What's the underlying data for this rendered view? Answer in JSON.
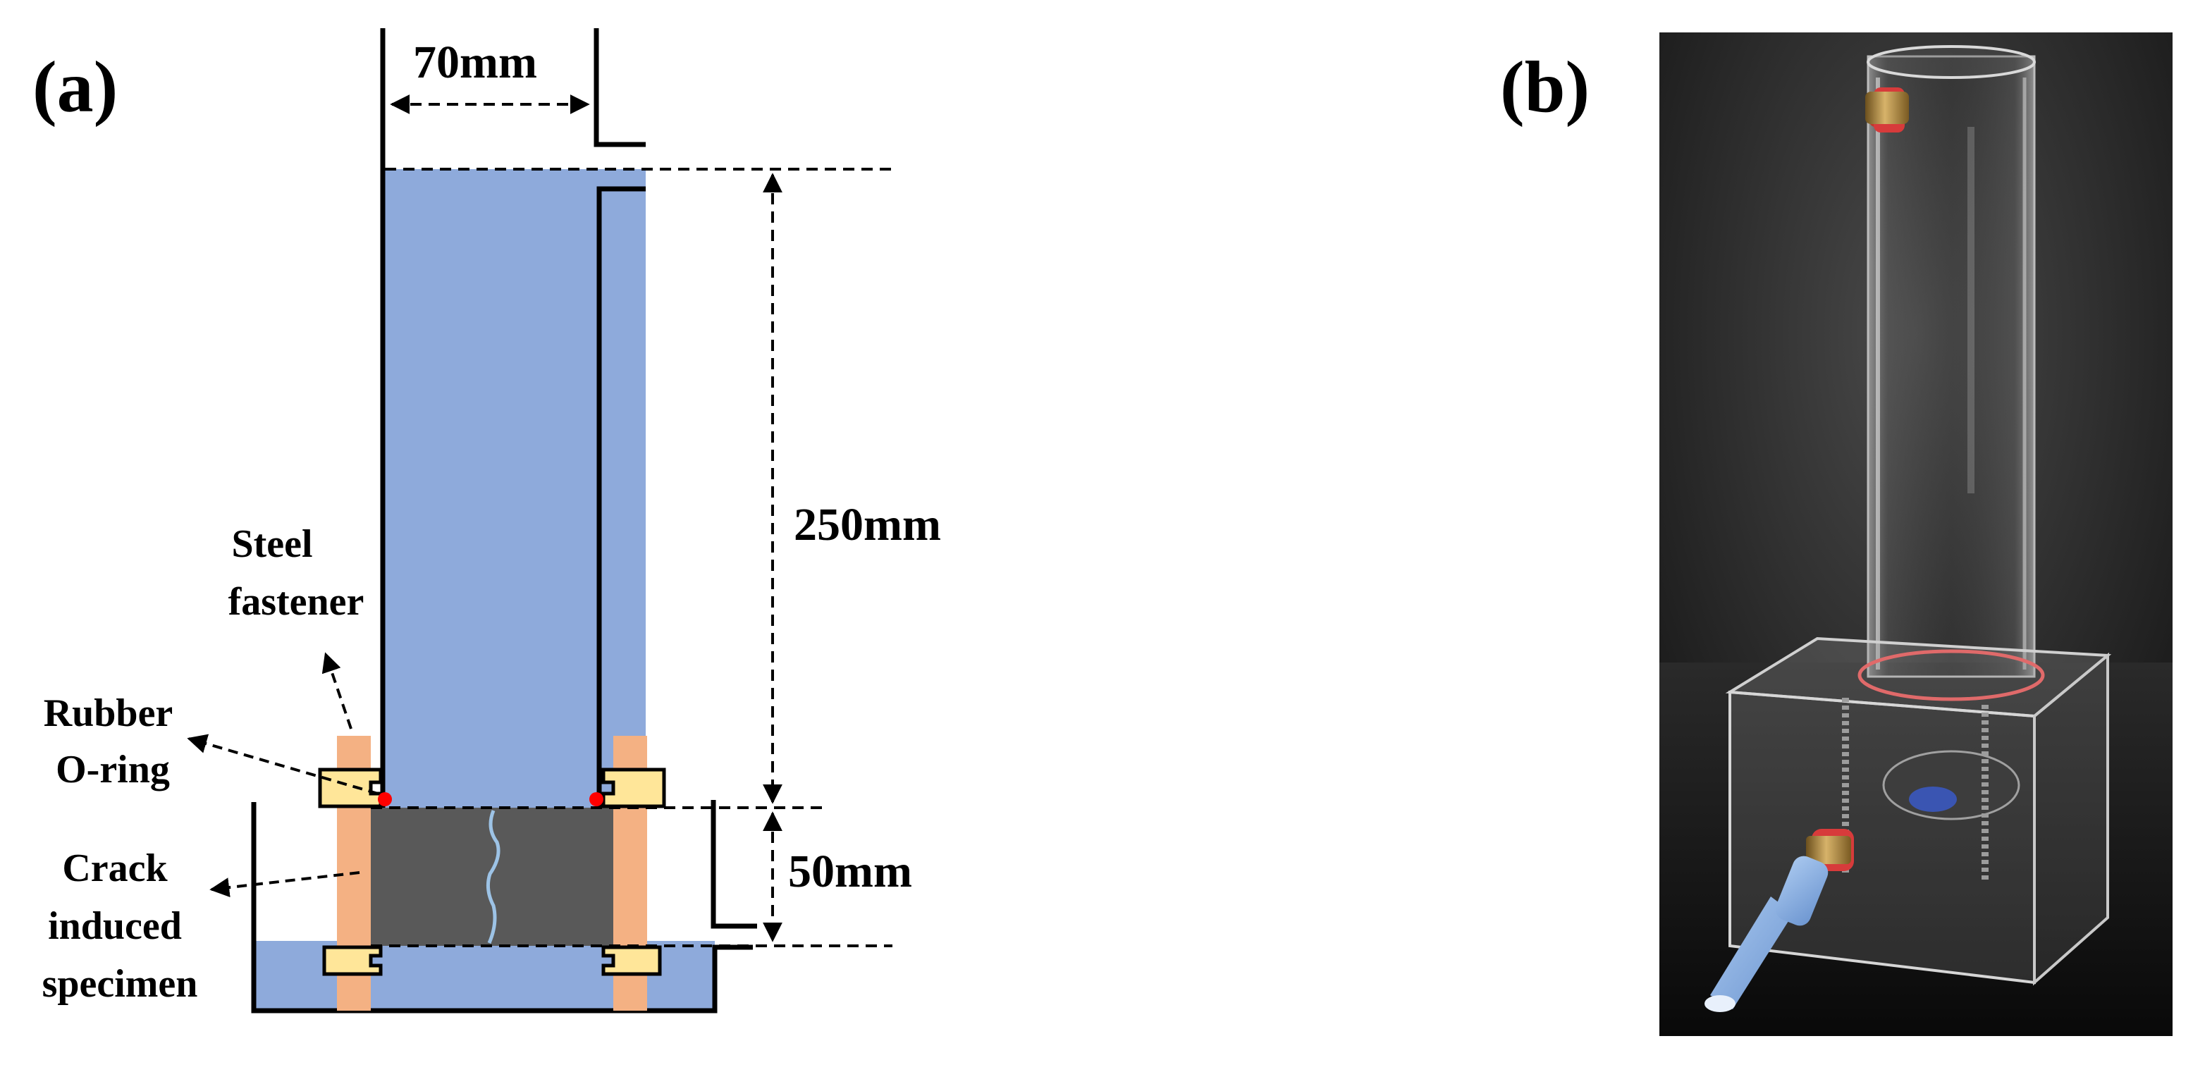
{
  "panels": {
    "a": {
      "label": "(a)"
    },
    "b": {
      "label": "(b)"
    }
  },
  "dimensions": {
    "width": "70mm",
    "height_upper": "250mm",
    "height_specimen": "50mm"
  },
  "annotations": {
    "steel_fastener": [
      "Steel",
      "fastener"
    ],
    "rubber_oring": [
      "Rubber",
      "O-ring"
    ],
    "crack_specimen": [
      "Crack",
      "induced",
      "specimen"
    ]
  },
  "colors": {
    "water": "#8eaadb",
    "specimen": "#595959",
    "fastener": "#f4b183",
    "pad": "#ffe699",
    "oring": "#ff0000",
    "crack": "#9dc3e6",
    "tube_hose": "#8fb4e3",
    "brass": "#b08a3e",
    "photo_bg": "#1e1e1e"
  }
}
